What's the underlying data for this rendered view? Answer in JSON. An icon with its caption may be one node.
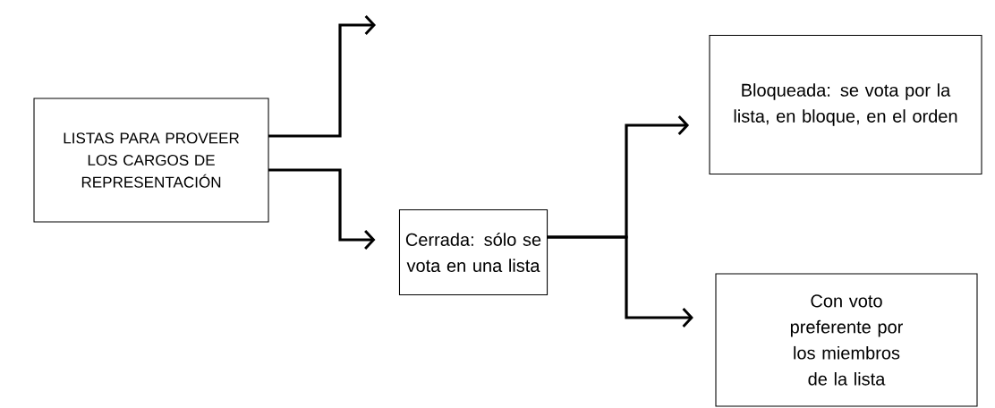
{
  "diagram": {
    "nodes": [
      {
        "text": [
          "LISTAS PARA PROVEER LOS CARGOS DE REPRESENTACIÓN"
        ]
      },
      {
        "text": [
          "Cerrada: sólo se vota en una lista"
        ]
      },
      {
        "text": [
          "Bloqueada: se vota por la lista, en bloque, en el orden"
        ]
      },
      {
        "text": [
          "Con voto preferente por los miembros de la lista"
        ]
      }
    ],
    "edges": [
      {
        "from": 0,
        "to": null,
        "arrow": "to"
      },
      {
        "from": 0,
        "to": 1,
        "arrow": "to"
      },
      {
        "from": 1,
        "to": 2,
        "arrow": "to"
      },
      {
        "from": 1,
        "to": 3,
        "arrow": "to"
      }
    ]
  }
}
